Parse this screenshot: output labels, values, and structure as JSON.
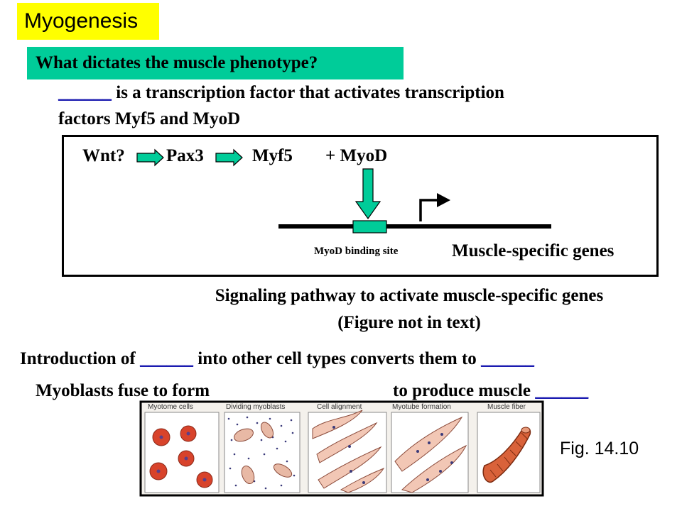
{
  "slide": {
    "title": "Myogenesis",
    "question": "What dictates the muscle phenotype?",
    "line1_blank": "______",
    "line1_rest": " is a transcription factor that activates transcription",
    "line2": "factors Myf5 and MyoD"
  },
  "pathway": {
    "wnt": "Wnt?",
    "pax3": "Pax3",
    "myf5": "Myf5",
    "myod": "+ MyoD",
    "binding_site_label": "MyoD binding site",
    "genes_label": "Muscle-specific genes"
  },
  "caption": {
    "line1": "Signaling pathway to activate muscle-specific genes",
    "line2": "(Figure not in text)"
  },
  "intro": {
    "part1": "Introduction of ",
    "blank1": "______",
    "part2": " into other cell  types converts them to ",
    "blank2": "______"
  },
  "myoblasts": {
    "part1": "Myoblasts fuse to form",
    "part2": "to produce muscle ",
    "blank": "______"
  },
  "figure": {
    "panels": [
      "Myotome cells",
      "Dividing myoblasts",
      "Cell alignment",
      "Myotube formation",
      "Muscle fiber"
    ],
    "ref": "Fig. 14.10"
  },
  "colors": {
    "title_bg": "#ffff00",
    "question_bg": "#00cc99",
    "blank_text": "#1a1ab0",
    "arrow_fill": "#00cc99"
  }
}
